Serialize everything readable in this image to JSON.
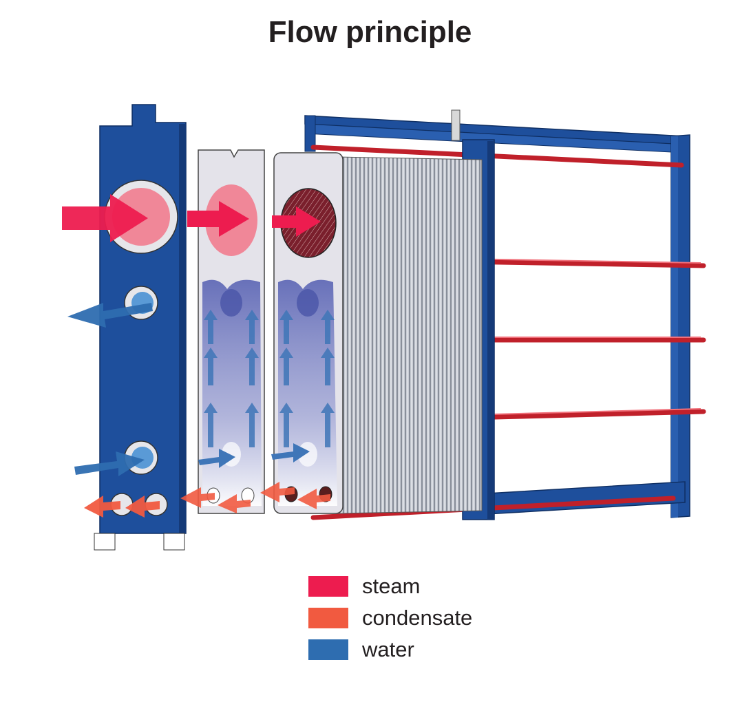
{
  "title": "Flow principle",
  "legend": [
    {
      "label": "steam",
      "color": "#ed1c4f"
    },
    {
      "label": "condensate",
      "color": "#f15a40"
    },
    {
      "label": "water",
      "color": "#2e6db0"
    }
  ],
  "colors": {
    "frame": "#1e4f9c",
    "frame_dark": "#153a78",
    "rod": "#d42a2a",
    "plate": "#e4e3ea",
    "steam": "#ed1c4f",
    "condensate": "#f15a40",
    "water": "#2e6db0",
    "steam_port": "#f08798"
  }
}
